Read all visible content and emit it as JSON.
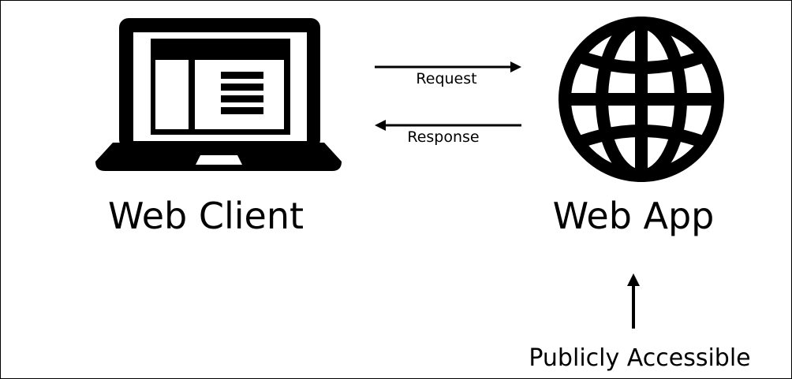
{
  "nodes": {
    "client": {
      "label": "Web Client",
      "icon": "laptop-icon"
    },
    "app": {
      "label": "Web App",
      "icon": "globe-icon"
    }
  },
  "flows": {
    "request": "Request",
    "response": "Response"
  },
  "note": {
    "label": "Publicly Accessible"
  },
  "colors": {
    "ink": "#000000",
    "background": "#ffffff"
  }
}
